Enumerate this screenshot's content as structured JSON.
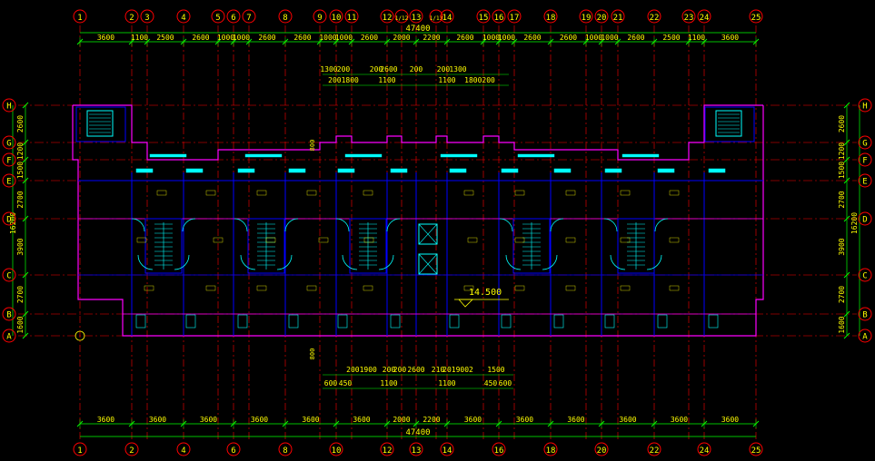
{
  "colors": {
    "background": "#000000",
    "axis_line": "#ff0000",
    "dimension": "#00ff00",
    "text": "#ffff00",
    "bubble": "#ff0000",
    "wall": "#ff00ff",
    "wall_alt": "#0000ff",
    "fixture": "#00ffff",
    "window": "#00ffff"
  },
  "top_axes": [
    "1",
    "2",
    "3",
    "4",
    "5",
    "6",
    "7",
    "8",
    "9",
    "10",
    "11",
    "12",
    "1/12",
    "13",
    "1/13",
    "14",
    "15",
    "16",
    "17",
    "18",
    "19",
    "20",
    "21",
    "22",
    "23",
    "24",
    "25"
  ],
  "bottom_axes": [
    "1",
    "2",
    "4",
    "6",
    "8",
    "10",
    "12",
    "13",
    "14",
    "16",
    "18",
    "20",
    "22",
    "24",
    "25"
  ],
  "row_axes": [
    "H",
    "G",
    "F",
    "E",
    "D",
    "C",
    "B",
    "A"
  ],
  "overall_width": "47400",
  "overall_height": "16200",
  "top_dims": [
    "3600",
    "1100",
    "2500",
    "2600",
    "1000",
    "1000",
    "2600",
    "2600",
    "1000",
    "1000",
    "2600",
    "2000",
    "2200",
    "2600",
    "1000",
    "1000",
    "2600",
    "2600",
    "1000",
    "1000",
    "2600",
    "2500",
    "1100",
    "3600"
  ],
  "top_detail_dims_1": [
    "1300",
    "200",
    "200",
    "2600",
    "200",
    "200",
    "1300"
  ],
  "top_detail_dims_2": [
    "2001800",
    "1100",
    "1100",
    "1800200"
  ],
  "bottom_dims": [
    "3600",
    "3600",
    "3600",
    "3600",
    "3600",
    "3600",
    "2000",
    "2200",
    "3600",
    "3600",
    "3600",
    "3600",
    "3600",
    "3600"
  ],
  "bottom_detail_dims_1": [
    "2001900",
    "200",
    "200",
    "2600",
    "210",
    "2019002",
    "1500"
  ],
  "bottom_detail_dims_2": [
    "600",
    "450",
    "1100",
    "1100",
    "450",
    "600"
  ],
  "side_dims": [
    "2600",
    "1200",
    "1500",
    "2700",
    "3900",
    "2700",
    "1600"
  ],
  "level_label": "14.500",
  "small_marks": [
    "800",
    "800"
  ]
}
